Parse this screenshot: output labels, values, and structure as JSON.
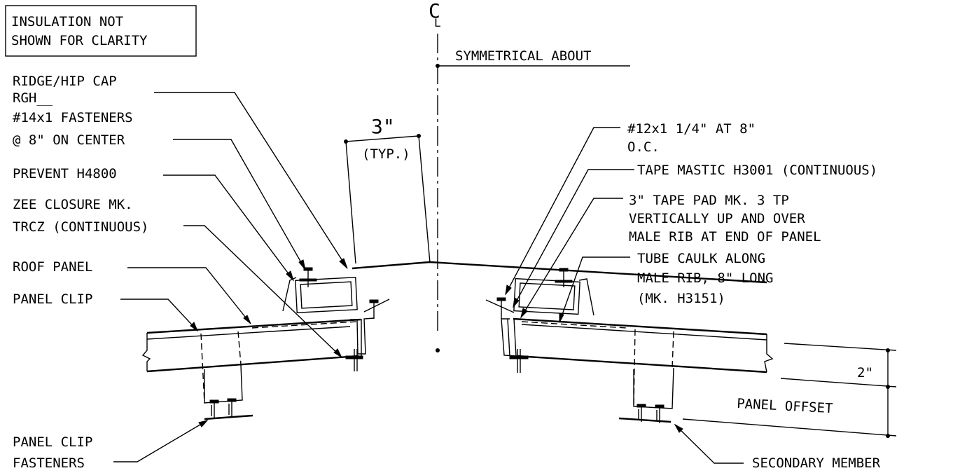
{
  "note": {
    "line1": "INSULATION NOT",
    "line2": "SHOWN FOR CLARITY"
  },
  "centerline": {
    "symbol_c": "C",
    "symbol_l": "L",
    "label": "SYMMETRICAL ABOUT"
  },
  "dimensions": {
    "top_value": "3\"",
    "top_note": "(TYP.)",
    "right_value": "2\"",
    "right_label": "PANEL OFFSET"
  },
  "left_callouts": [
    {
      "id": "ridge-cap",
      "lines": [
        "RIDGE/HIP CAP",
        "RGH__"
      ]
    },
    {
      "id": "fasteners-14",
      "lines": [
        "#14x1 FASTENERS",
        "@ 8\" ON CENTER"
      ]
    },
    {
      "id": "prevent",
      "lines": [
        "PREVENT H4800"
      ]
    },
    {
      "id": "zee-closure",
      "lines": [
        "ZEE CLOSURE MK.",
        "TRCZ (CONTINUOUS)"
      ]
    },
    {
      "id": "roof-panel",
      "lines": [
        "ROOF PANEL"
      ]
    },
    {
      "id": "panel-clip",
      "lines": [
        "PANEL CLIP"
      ]
    },
    {
      "id": "clip-fasteners",
      "lines": [
        "PANEL CLIP",
        "FASTENERS"
      ]
    }
  ],
  "right_callouts": [
    {
      "id": "fasteners-12",
      "lines": [
        "#12x1 1/4\" AT 8\"",
        "O.C."
      ]
    },
    {
      "id": "tape-mastic",
      "lines": [
        "TAPE MASTIC H3001 (CONTINUOUS)"
      ]
    },
    {
      "id": "tape-pad",
      "lines": [
        "3\" TAPE PAD MK. 3 TP",
        "VERTICALLY UP AND OVER",
        "MALE RIB AT END OF PANEL"
      ]
    },
    {
      "id": "tube-caulk",
      "lines": [
        "TUBE CAULK ALONG",
        "MALE RIB, 8\" LONG",
        "(MK. H3151)"
      ]
    },
    {
      "id": "secondary-member",
      "lines": [
        "SECONDARY MEMBER"
      ]
    }
  ]
}
